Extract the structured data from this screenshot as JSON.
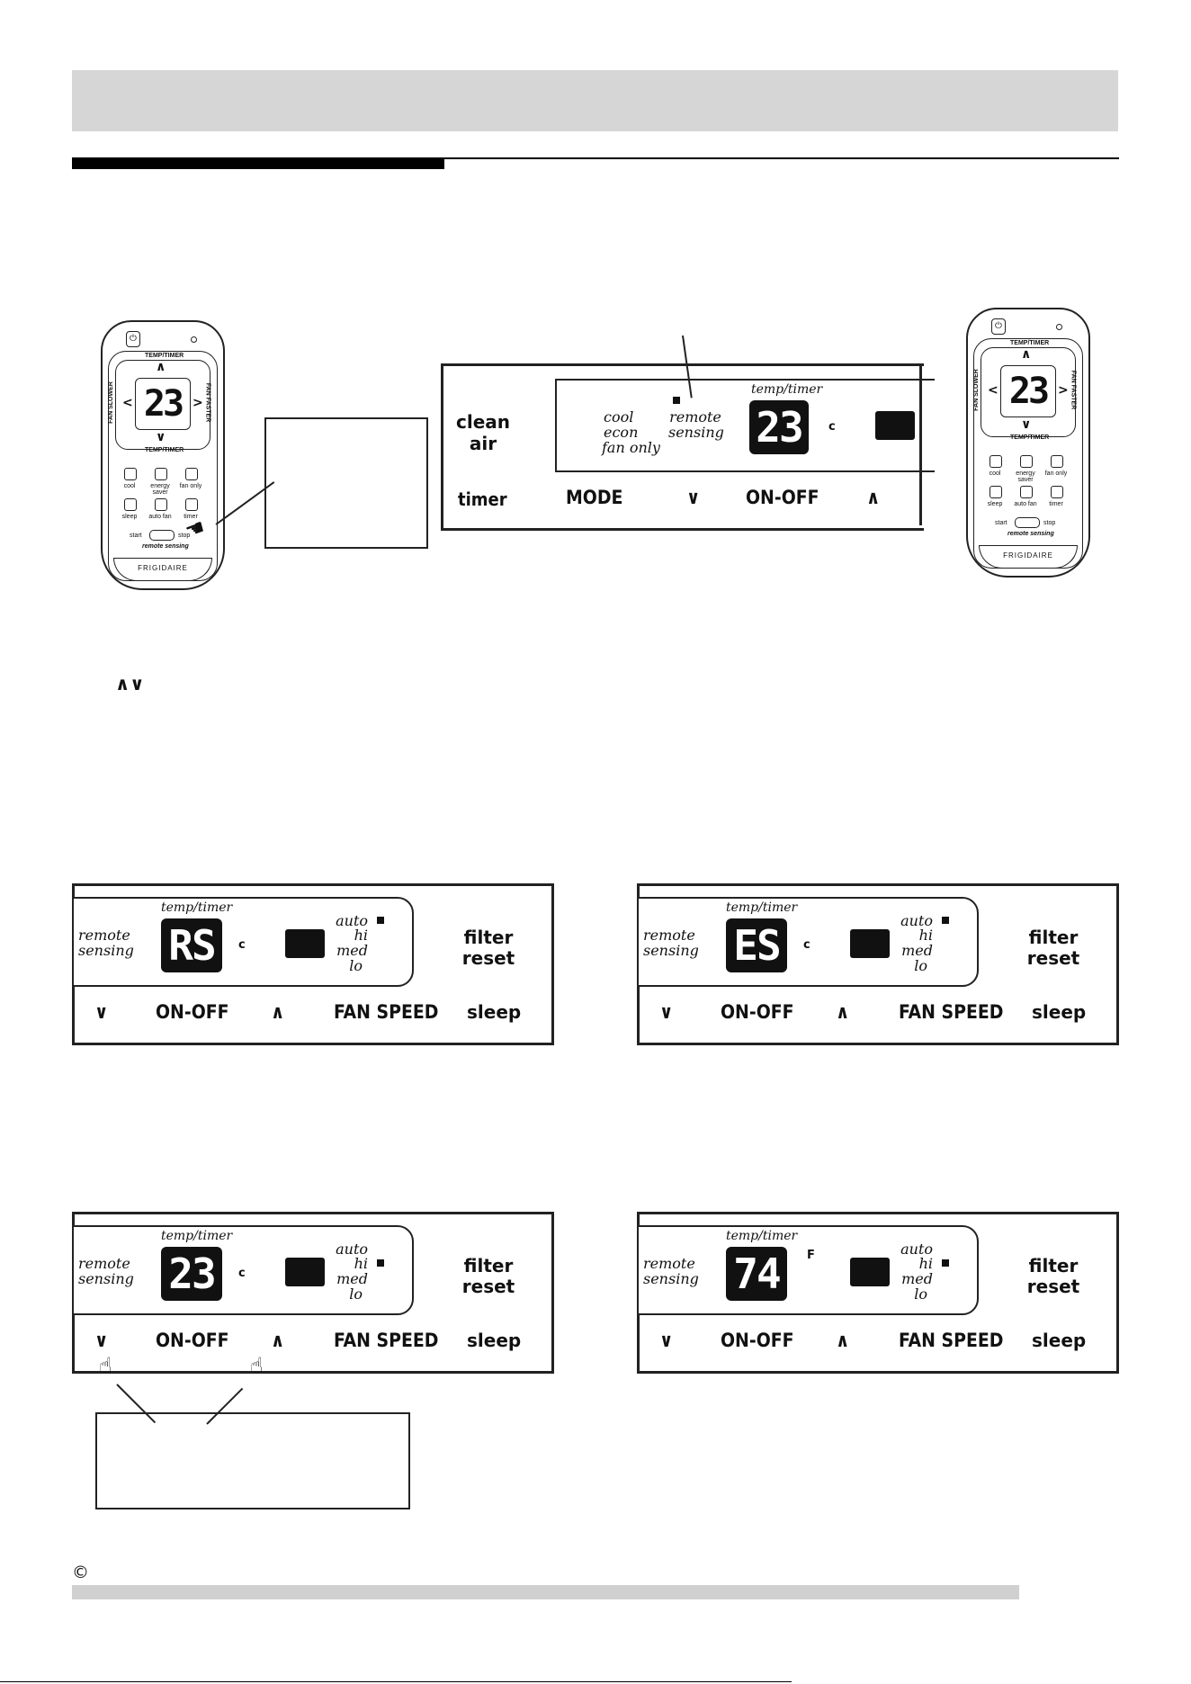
{
  "header": {
    "band_color": "#d6d6d6"
  },
  "remote": {
    "display": "23",
    "temp_timer_top": "TEMP/TIMER",
    "temp_timer_bottom": "TEMP/TIMER",
    "fan_slower": "FAN SLOWER",
    "fan_faster": "FAN FASTER",
    "buttons": [
      "cool",
      "energy saver",
      "fan only",
      "sleep",
      "auto fan",
      "timer"
    ],
    "start": "start",
    "stop": "stop",
    "remote_sensing": "remote sensing",
    "brand": "FRIGIDAIRE",
    "up_arrow": "∧",
    "down_arrow": "∨",
    "left_arrow": "<",
    "right_arrow": ">"
  },
  "main_panel": {
    "clean_air": "clean air",
    "modes": [
      "cool",
      "econ",
      "fan only"
    ],
    "remote_sensing": "remote sensing",
    "temp_timer": "temp/timer",
    "display": "23",
    "unit": "c",
    "bottom_labels": [
      "timer",
      "MODE",
      "∨",
      "ON-OFF",
      "∧"
    ]
  },
  "arrows_note": "∧∨",
  "panels": [
    {
      "display": "RS",
      "unit": "c",
      "fan_active": "auto"
    },
    {
      "display": "ES",
      "unit": "c",
      "fan_active": "auto"
    },
    {
      "display": "23",
      "unit": "c",
      "fan_active": "hi"
    },
    {
      "display": "74",
      "unit": "F",
      "fan_active": "hi"
    }
  ],
  "panel_common": {
    "remote_sensing": "remote sensing",
    "temp_timer": "temp/timer",
    "fan_speeds": [
      "auto",
      "hi",
      "med",
      "lo"
    ],
    "filter_reset": "filter reset",
    "bottom_labels": [
      "∨",
      "ON-OFF",
      "∧",
      "FAN SPEED",
      "sleep"
    ]
  },
  "footer": {
    "copyright_symbol": "©",
    "band_color": "#d0d0d0"
  }
}
